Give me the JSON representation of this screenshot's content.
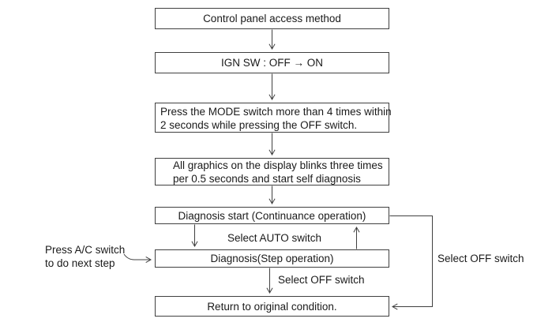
{
  "flow": {
    "boxes": [
      {
        "name": "control-panel-access-method",
        "lines": [
          "Control panel access method"
        ]
      },
      {
        "name": "ign-sw-off-on",
        "lines": [
          "IGN SW : OFF → ON"
        ]
      },
      {
        "name": "press-mode-switch",
        "lines": [
          "Press the MODE switch more than 4 times within",
          "2 seconds while pressing the OFF switch."
        ]
      },
      {
        "name": "graphics-blink-self-diagnosis",
        "lines": [
          "All graphics on the display blinks three times",
          "per 0.5 seconds and start self diagnosis"
        ]
      },
      {
        "name": "diagnosis-start-continuance",
        "lines": [
          "Diagnosis start (Continuance operation)"
        ]
      },
      {
        "name": "diagnosis-step-operation",
        "lines": [
          "Diagnosis(Step operation)"
        ]
      },
      {
        "name": "return-to-original-condition",
        "lines": [
          "Return to original condition."
        ]
      }
    ],
    "edge_labels": {
      "select_auto": "Select AUTO switch",
      "select_off_step": "Select OFF switch",
      "select_off_return": "Select OFF switch",
      "press_ac": [
        "Press A/C switch",
        "to do next step"
      ]
    },
    "colors": {
      "background": "#ffffff",
      "border": "#404040",
      "line": "#404040",
      "text": "#1a1a1a"
    }
  }
}
